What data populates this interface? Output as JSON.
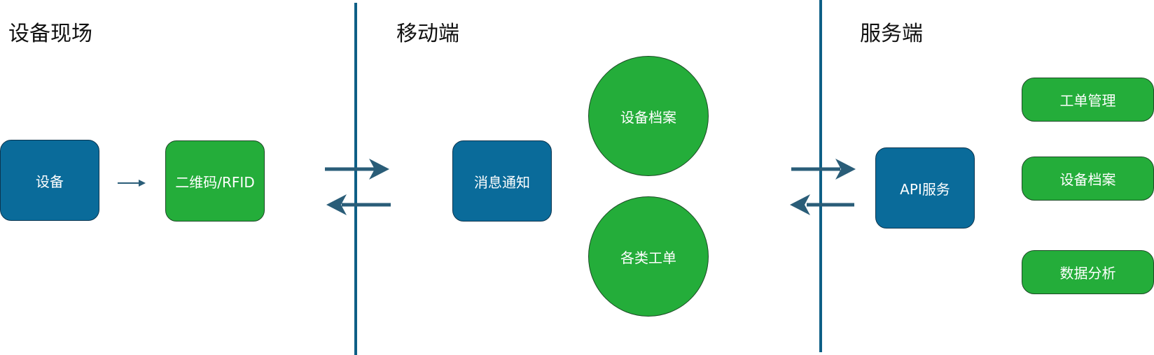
{
  "sections": {
    "field": "设备现场",
    "mobile": "移动端",
    "server": "服务端"
  },
  "nodes": {
    "device": "设备",
    "qrcode_rfid": "二维码/RFID",
    "message_notify": "消息通知",
    "device_archive_mobile": "设备档案",
    "work_orders": "各类工单",
    "api_service": "API服务",
    "work_order_mgmt": "工单管理",
    "device_archive_server": "设备档案",
    "data_analysis": "数据分析"
  },
  "colors": {
    "blue_node": "#0a6b9a",
    "green_node": "#24ad3a",
    "divider": "#0e5f86",
    "arrow": "#2a5d78"
  }
}
